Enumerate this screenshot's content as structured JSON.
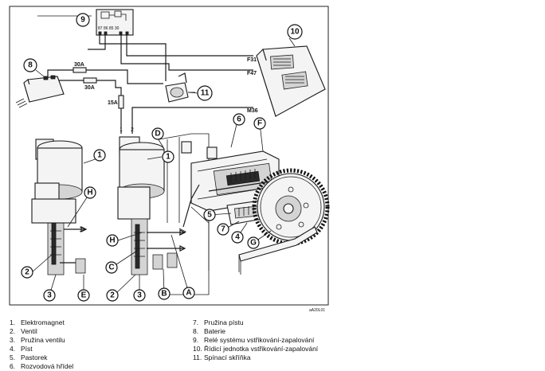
{
  "callouts": {
    "c1": "1",
    "c1b": "1",
    "c2": "2",
    "c2b": "2",
    "c3": "3",
    "c3b": "3",
    "c4": "4",
    "c5": "5",
    "c6": "6",
    "c7": "7",
    "c8": "8",
    "c9": "9",
    "c10": "10",
    "c11": "11",
    "cA": "A",
    "cB": "B",
    "cC": "C",
    "cD": "D",
    "cE": "E",
    "cF": "F",
    "cG": "G",
    "cH": "H",
    "cHb": "H"
  },
  "wiring": {
    "relay_pins": "87 86  85 30",
    "fuse_30a_1": "30A",
    "fuse_30a_2": "30A",
    "fuse_15a": "15A",
    "terminal_f31": "F31",
    "terminal_f47": "F47",
    "terminal_m36": "M36",
    "conn_1": "1",
    "conn_2": "2"
  },
  "figure_ref": "aA20L01",
  "legend": {
    "left": [
      {
        "num": "1.",
        "text": "Elektromagnet"
      },
      {
        "num": "2.",
        "text": "Ventil"
      },
      {
        "num": "3.",
        "text": "Pružina ventilu"
      },
      {
        "num": "4.",
        "text": "Píst"
      },
      {
        "num": "5.",
        "text": "Pastorek"
      },
      {
        "num": "6.",
        "text": "Rozvodová hřídel"
      }
    ],
    "right": [
      {
        "num": "7.",
        "text": "Pružina pístu"
      },
      {
        "num": "8.",
        "text": "Baterie"
      },
      {
        "num": "9.",
        "text": "Relé systému vstřikování-zapalování"
      },
      {
        "num": "10.",
        "text": "Řídicí jednotka vstřikování-zapalování"
      },
      {
        "num": "11.",
        "text": "Spínací skříňka"
      }
    ]
  }
}
